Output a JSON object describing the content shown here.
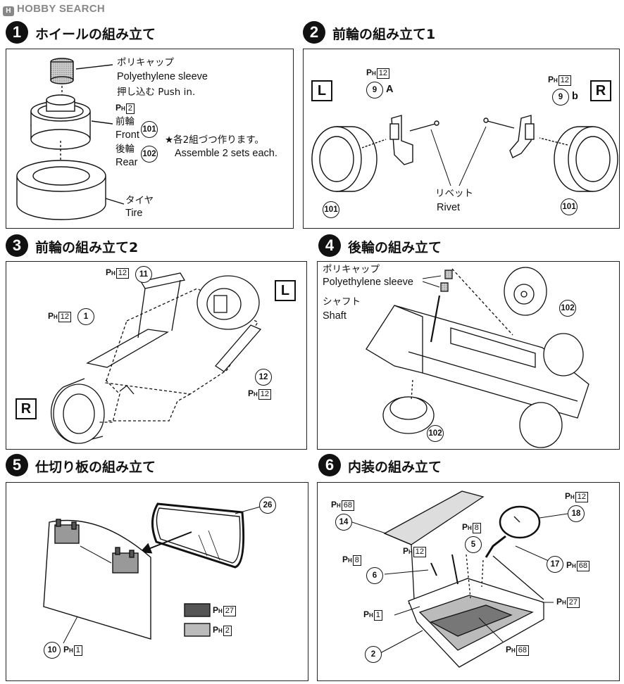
{
  "logo": {
    "text": "HOBBY SEARCH",
    "mark": "H"
  },
  "steps": [
    {
      "num": "1",
      "title": "ホイールの組み立て"
    },
    {
      "num": "2",
      "title": "前輪の組み立て1"
    },
    {
      "num": "3",
      "title": "前輪の組み立て2"
    },
    {
      "num": "4",
      "title": "後輪の組み立て"
    },
    {
      "num": "5",
      "title": "仕切り板の組み立て"
    },
    {
      "num": "6",
      "title": "内装の組み立て"
    }
  ],
  "step1": {
    "poly_jp": "ポリキャップ",
    "poly_en": "Polyethylene sleeve",
    "push": "押し込む Push in.",
    "ph": "2",
    "front_jp": "前輪",
    "front_en": "Front",
    "front_num": "101",
    "rear_jp": "後輪",
    "rear_en": "Rear",
    "rear_num": "102",
    "note_jp": "★各2組づつ作ります。",
    "note_en": "Assemble 2 sets each.",
    "tire_jp": "タイヤ",
    "tire_en": "Tire"
  },
  "step2": {
    "left": "L",
    "right": "R",
    "ph_left": "12",
    "ph_right": "12",
    "part_left": "9",
    "part_left_suffix": "A",
    "part_right": "9",
    "part_right_suffix": "b",
    "rivet_jp": "リベット",
    "rivet_en": "Rivet",
    "wheel_left": "101",
    "wheel_right": "101"
  },
  "step3": {
    "ph_top": "12",
    "part_top": "11",
    "ph_left": "12",
    "part_left": "1",
    "left": "L",
    "right": "R",
    "part_right": "12",
    "ph_right": "12"
  },
  "step4": {
    "poly_jp": "ポリキャップ",
    "poly_en": "Polyethylene sleeve",
    "shaft_jp": "シャフト",
    "shaft_en": "Shaft",
    "wheel_top": "102",
    "wheel_bottom": "102"
  },
  "step5": {
    "part_top": "26",
    "part_bottom": "10",
    "ph_bottom": "1",
    "legend": [
      {
        "code": "27",
        "color": "#555555"
      },
      {
        "code": "2",
        "color": "#bbbbbb"
      }
    ]
  },
  "step6": {
    "ph_68a": "68",
    "part_14": "14",
    "ph_8a": "8",
    "ph_12a": "12",
    "part_5": "5",
    "ph_12b": "12",
    "part_18": "18",
    "ph_8b": "8",
    "part_6": "6",
    "part_17": "17",
    "ph_68b": "68",
    "ph_1": "1",
    "ph_27": "27",
    "part_2": "2",
    "ph_68c": "68"
  }
}
